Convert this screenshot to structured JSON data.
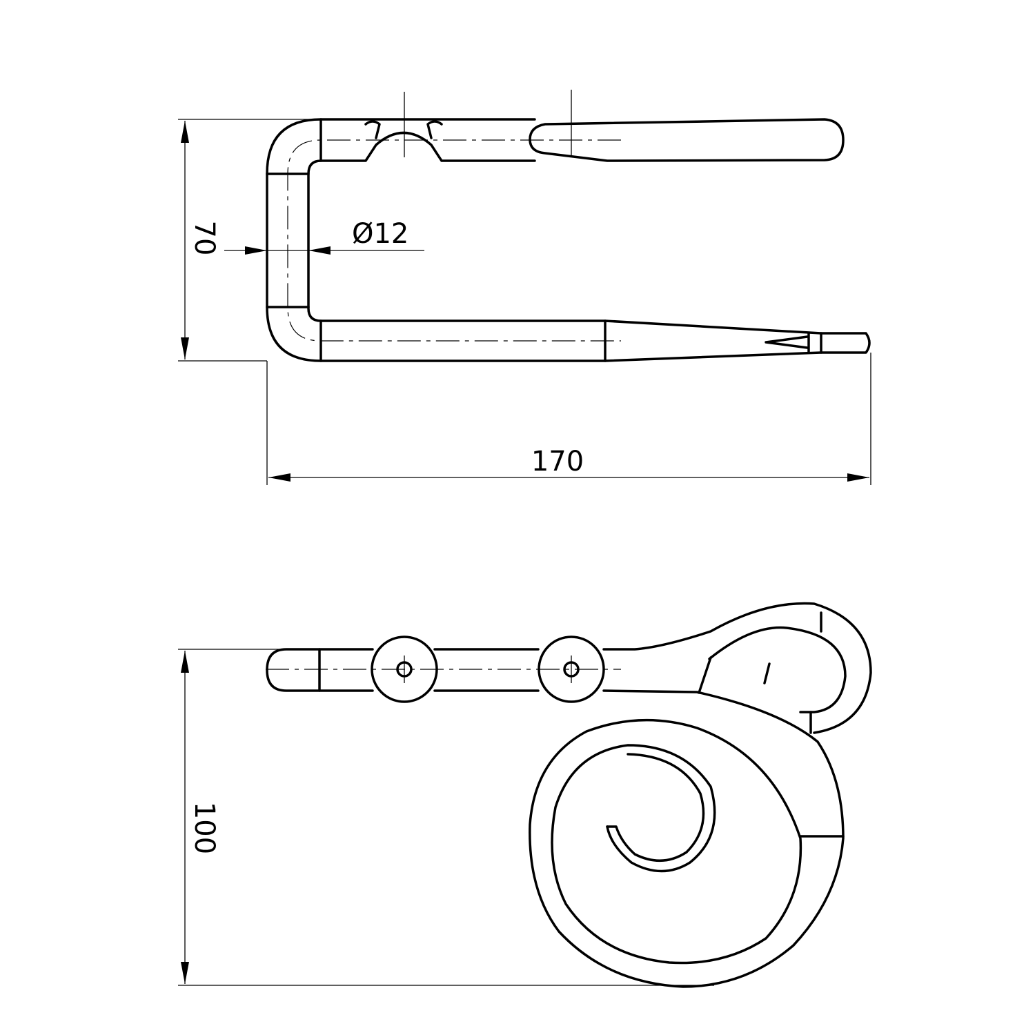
{
  "drawing": {
    "top_view": {
      "height_dimension": "70",
      "length_dimension": "170",
      "diameter_dimension": "Ø12"
    },
    "side_view": {
      "height_dimension": "100"
    },
    "line_color": "#000000",
    "background": "#ffffff"
  }
}
